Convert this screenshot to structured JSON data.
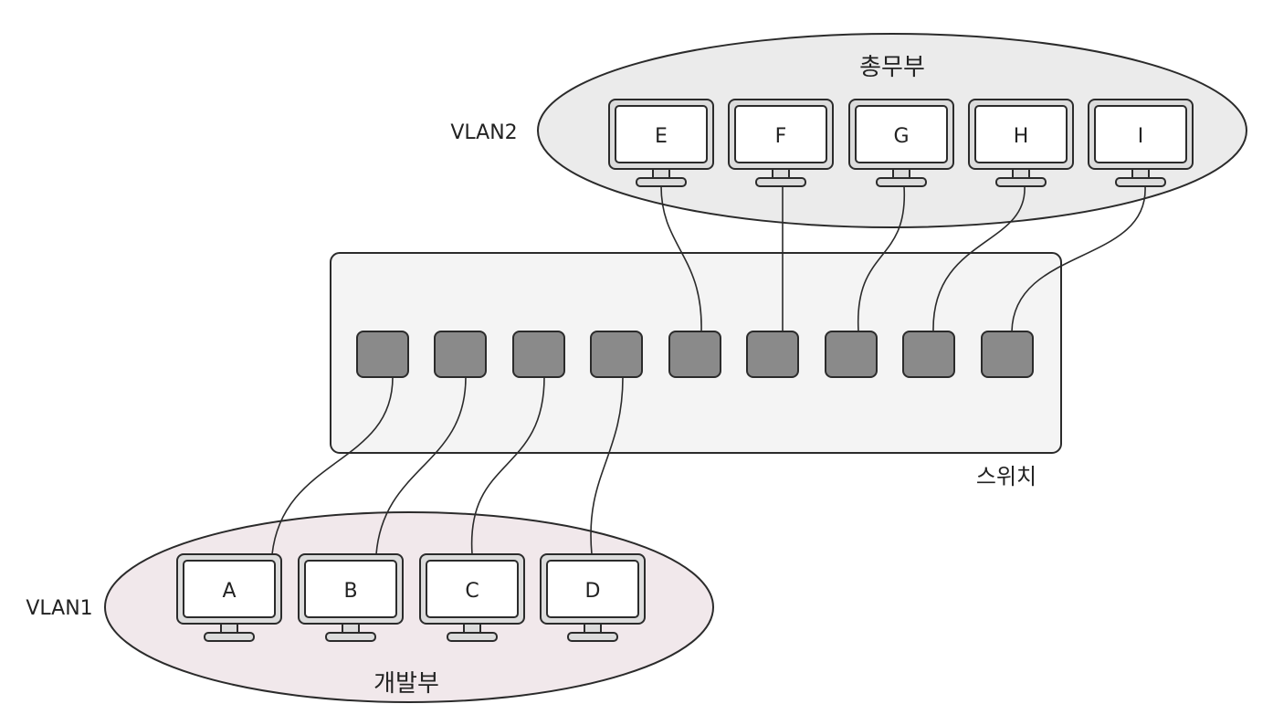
{
  "vlan2": {
    "label": "VLAN2",
    "group_name": "총무부",
    "computers": [
      "E",
      "F",
      "G",
      "H",
      "I"
    ]
  },
  "vlan1": {
    "label": "VLAN1",
    "group_name": "개발부",
    "computers": [
      "A",
      "B",
      "C",
      "D"
    ]
  },
  "switch": {
    "label": "스위치",
    "port_count": 9
  },
  "colors": {
    "vlan2_fill": "#ebebeb",
    "vlan1_fill": "#f1e8eb",
    "switch_fill": "#f4f4f4",
    "port_fill": "#8a8a8a",
    "monitor_frame": "#dcdcdc",
    "stroke": "#2b2b2b"
  }
}
